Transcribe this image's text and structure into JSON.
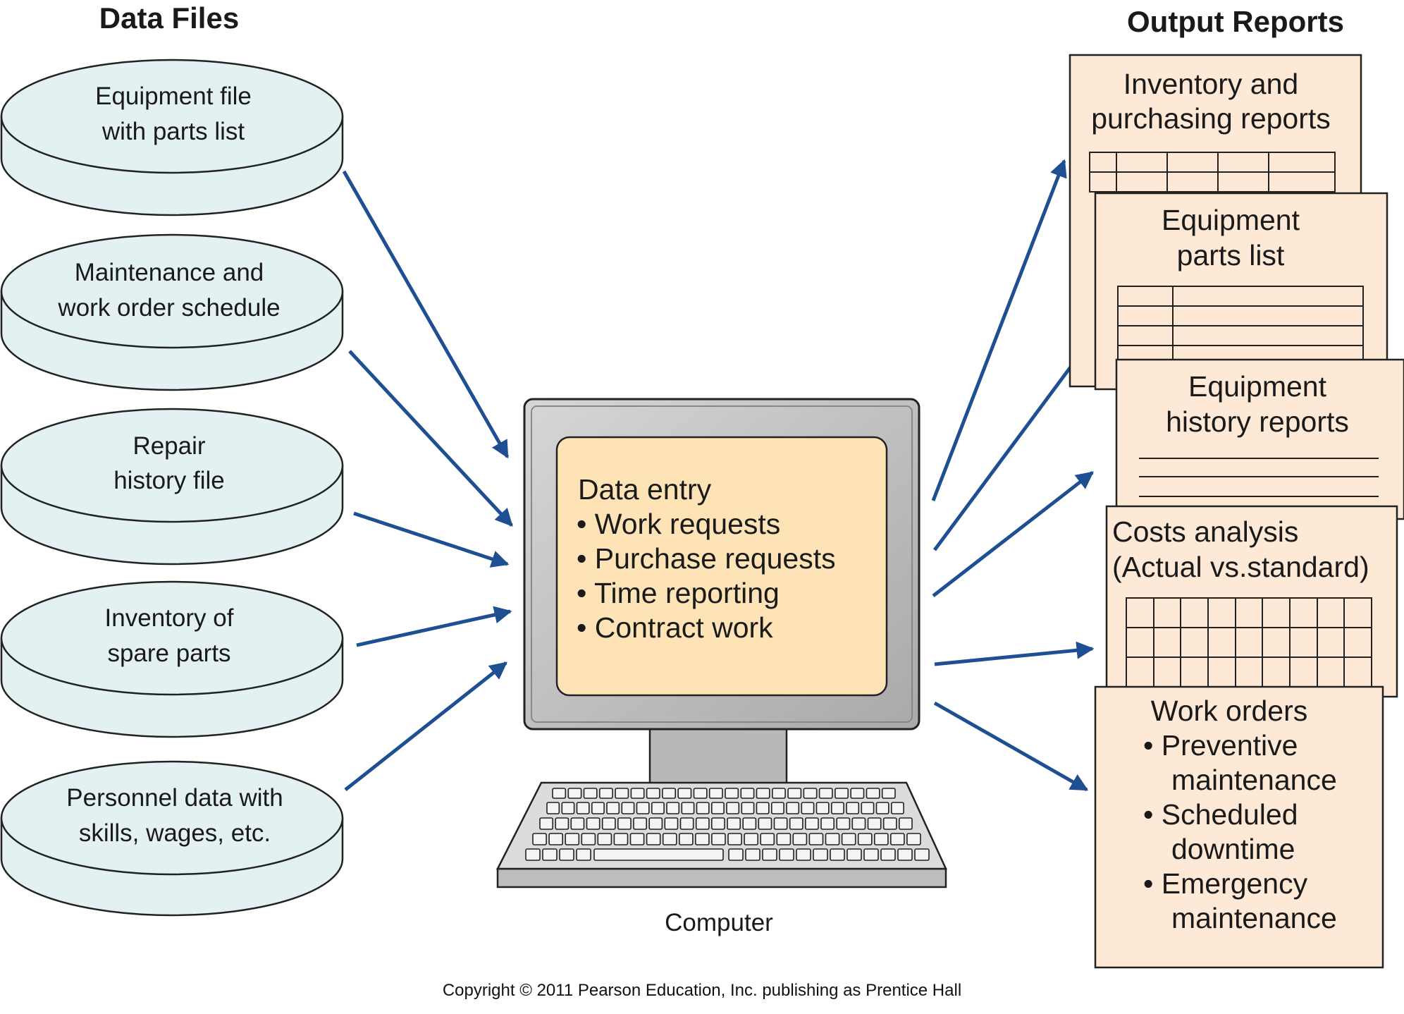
{
  "data_files": {
    "heading": "Data Files",
    "items": [
      {
        "line1": "Equipment file",
        "line2": "with parts list"
      },
      {
        "line1": "Maintenance and",
        "line2": "work order schedule"
      },
      {
        "line1": "Repair",
        "line2": "history file"
      },
      {
        "line1": "Inventory of",
        "line2": "spare parts"
      },
      {
        "line1": "Personnel data with",
        "line2": "skills, wages, etc."
      }
    ]
  },
  "computer": {
    "screen_title": "Data entry",
    "bullets": [
      "• Work requests",
      "• Purchase requests",
      "• Time reporting",
      "• Contract work"
    ],
    "label": "Computer"
  },
  "output_reports": {
    "heading": "Output Reports",
    "reports": [
      {
        "lines": [
          "Inventory and",
          "purchasing reports"
        ]
      },
      {
        "lines": [
          "Equipment",
          "parts list"
        ]
      },
      {
        "lines": [
          "Equipment",
          "history reports"
        ]
      },
      {
        "lines": [
          "Costs analysis",
          "(Actual vs.standard)"
        ]
      },
      {
        "lines": [
          "Work orders",
          "• Preventive",
          "maintenance",
          "• Scheduled",
          "downtime",
          "• Emergency",
          "maintenance"
        ]
      }
    ]
  },
  "copyright": "Copyright © 2011 Pearson Education, Inc. publishing as Prentice Hall",
  "colors": {
    "arrow": "#1f4f93",
    "disk": "#e3f1f2",
    "page": "#fde9d6",
    "screen": "#fde3b5"
  }
}
